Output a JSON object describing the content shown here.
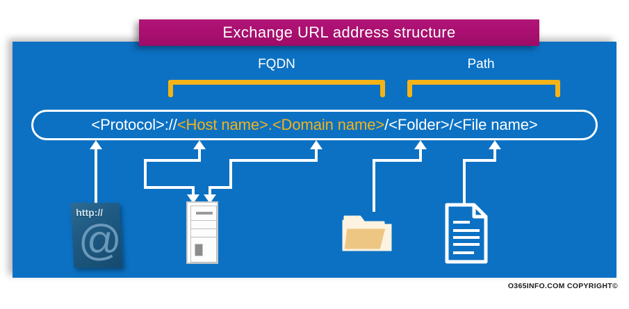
{
  "diagram": {
    "title": "Exchange URL address structure",
    "background_color": "#0c71c3",
    "title_color": "#ac0f71",
    "accent_color": "#f5b317",
    "brackets": [
      {
        "id": "fqdn",
        "label": "FQDN"
      },
      {
        "id": "path",
        "label": "Path"
      }
    ],
    "url_parts": [
      {
        "text": "<Protocol>://",
        "color": "white"
      },
      {
        "text": "<Host name>",
        "color": "yellow"
      },
      {
        "text": ".",
        "color": "yellow"
      },
      {
        "text": "<Domain name>",
        "color": "yellow"
      },
      {
        "text": "/<Folder>/<File name>",
        "color": "white"
      }
    ],
    "url_full": "<Protocol>://<Host name>.<Domain name>/<Folder>/<File name>",
    "icons": [
      {
        "name": "protocol-icon",
        "caption": "http://",
        "symbol": "@"
      },
      {
        "name": "server-icon",
        "caption": ""
      },
      {
        "name": "folder-icon",
        "caption": ""
      },
      {
        "name": "document-icon",
        "caption": ""
      }
    ],
    "footer": "O365INFO.COM COPYRIGHT©"
  }
}
